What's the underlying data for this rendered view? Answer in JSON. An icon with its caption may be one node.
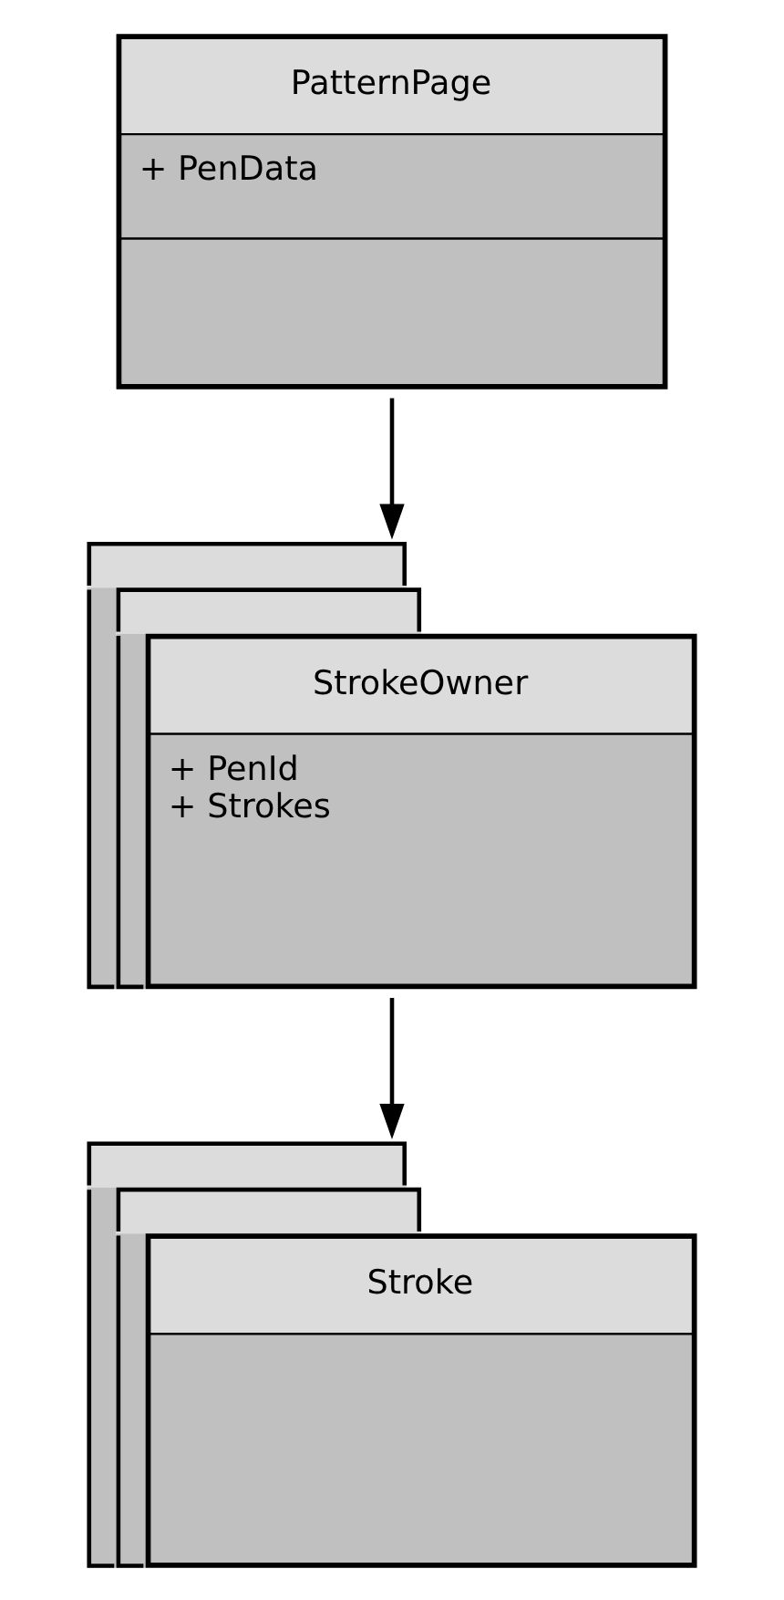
{
  "diagram": {
    "nodes": [
      {
        "text": [
          "PatternPage",
          "+ PenData"
        ]
      },
      {
        "text": [
          "StrokeOwner",
          "+ PenId",
          "+ Strokes"
        ]
      },
      {
        "text": [
          "Stroke"
        ]
      }
    ],
    "edges": [
      {
        "from": 0,
        "to": 1,
        "arrow": "to"
      },
      {
        "from": 1,
        "to": 2,
        "arrow": "to"
      }
    ]
  }
}
